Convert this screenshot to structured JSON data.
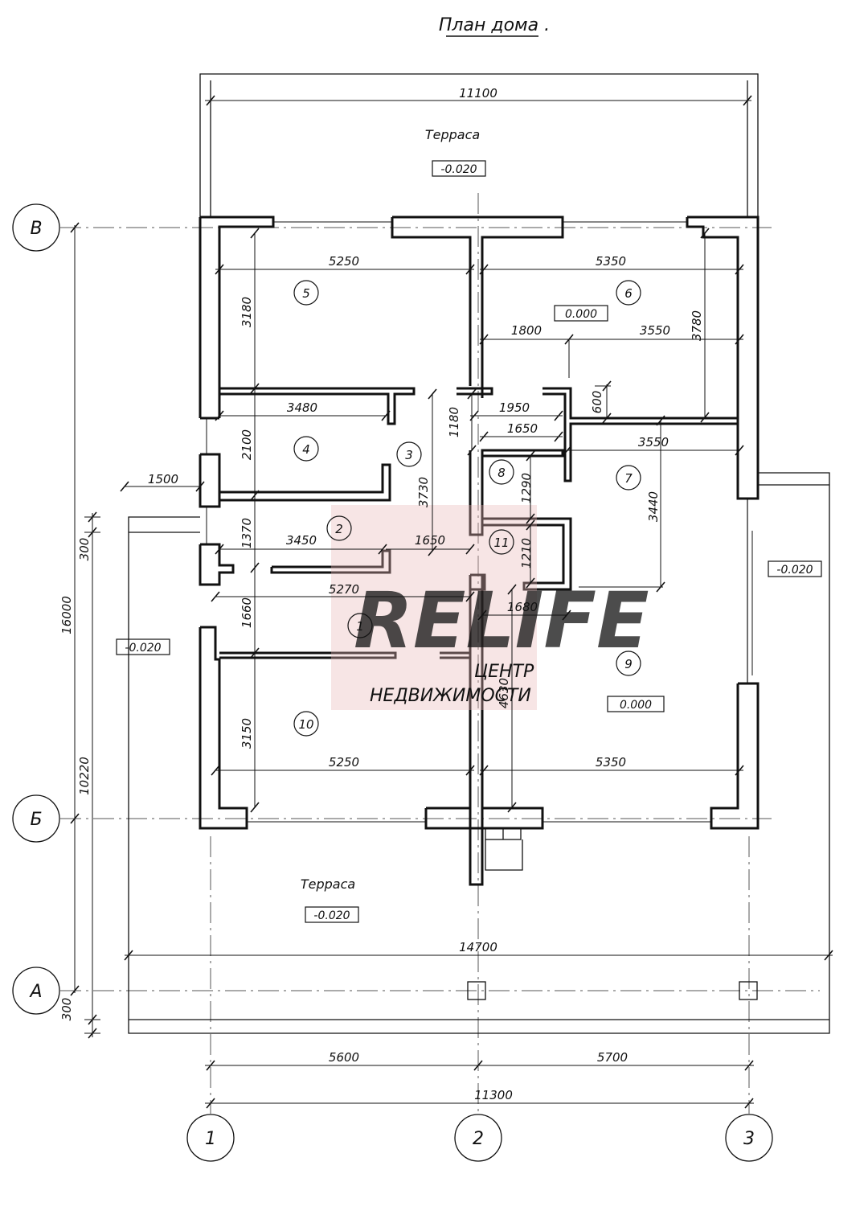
{
  "title": "План дома .",
  "terrace_labels": [
    "Терраса",
    "Терраса"
  ],
  "level_marks": [
    "-0.020",
    "-0.020",
    "-0.020",
    "-0.020",
    "0.000",
    "0.000"
  ],
  "axes": {
    "rows": [
      "В",
      "Б",
      "А"
    ],
    "columns": [
      "1",
      "2",
      "3"
    ]
  },
  "rooms": [
    "1",
    "2",
    "3",
    "4",
    "5",
    "6",
    "7",
    "8",
    "9",
    "10",
    "11"
  ],
  "dimensions": [
    "11100",
    "5250",
    "5350",
    "1800",
    "3550",
    "3180",
    "3780",
    "3480",
    "1950",
    "1650",
    "600",
    "1180",
    "2100",
    "3550",
    "1500",
    "3730",
    "1290",
    "1370",
    "3450",
    "1650",
    "1210",
    "3440",
    "5270",
    "1680",
    "1660",
    "4630",
    "3150",
    "5250",
    "5350",
    "14700",
    "5600",
    "5700",
    "11300",
    "16000",
    "10220",
    "300",
    "300"
  ],
  "watermark": {
    "brand": "RELIFE",
    "line1": "ЦЕНТР",
    "line2": "НЕДВИЖИМОСТИ"
  }
}
